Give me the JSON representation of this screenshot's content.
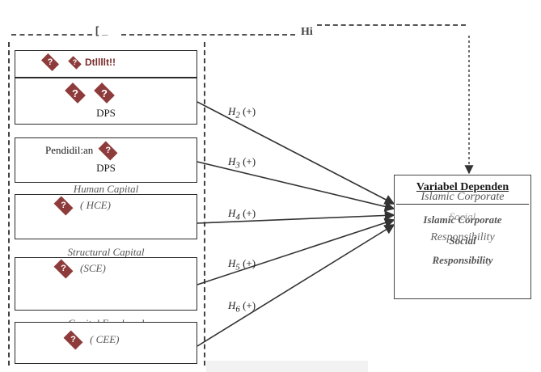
{
  "header": {
    "left_bracket": "[ _",
    "right_label": "Hi"
  },
  "independent": {
    "top_label": "Dtllllt!!",
    "box1_label": "DPS",
    "box2_line1": "Pendidil:an",
    "box2_line2": "DPS",
    "hc_title": "Human Capital",
    "hc_abbr": "( HCE)",
    "sc_title": "Structural Capital",
    "sc_abbr": "(SCE)",
    "ce_title": "Capital Employed",
    "ce_abbr": "( CEE)"
  },
  "hypotheses": [
    {
      "sym": "H",
      "sub": "2",
      "sign": "(+)"
    },
    {
      "sym": "H",
      "sub": "3",
      "sign": "(+)"
    },
    {
      "sym": "H",
      "sub": "4",
      "sign": "(+)"
    },
    {
      "sym": "H",
      "sub": "5",
      "sign": "(+)"
    },
    {
      "sym": "H",
      "sub": "6",
      "sign": "(+)"
    }
  ],
  "dependent": {
    "title": "Variabel Dependen",
    "overlap_line": "Islamic Corporate",
    "line1": "Islamic Corporate",
    "line1b": "Social",
    "line2": "Responsibility",
    "line2b": "Social",
    "line3": "Responsibility"
  },
  "icons": {
    "diamond_color": "#8e3b3b"
  }
}
